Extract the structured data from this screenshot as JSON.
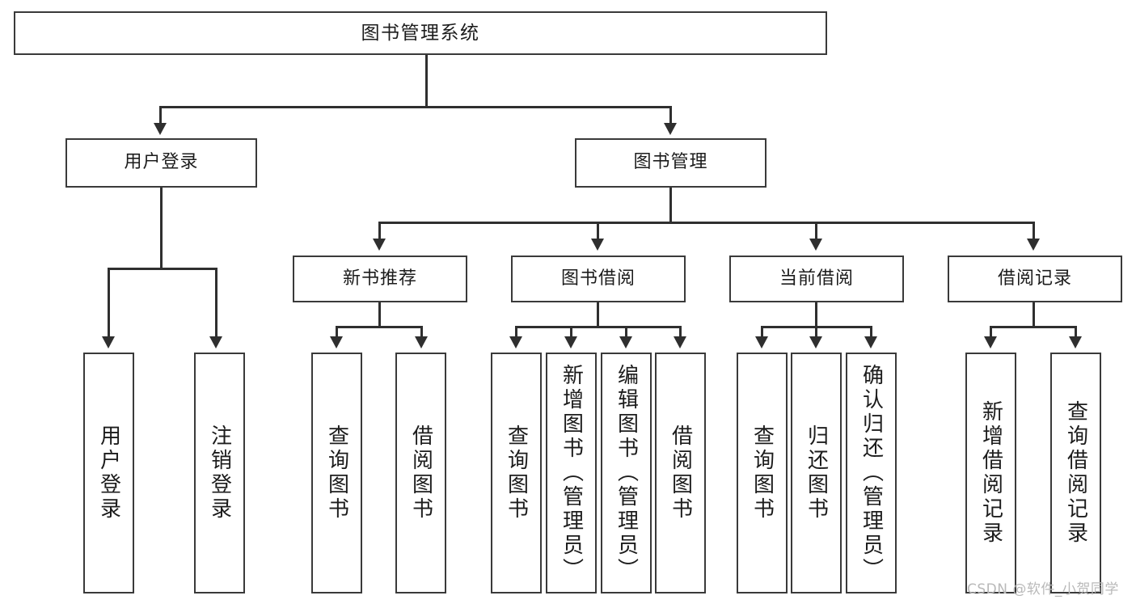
{
  "diagram": {
    "type": "tree-hierarchy-chart",
    "title": "图书管理系统",
    "root": {
      "label": "图书管理系统"
    },
    "level2": [
      {
        "id": "user-login",
        "label": "用户登录"
      },
      {
        "id": "book-management",
        "label": "图书管理"
      }
    ],
    "level3": [
      {
        "id": "new-book-recommend",
        "label": "新书推荐",
        "parent": "book-management"
      },
      {
        "id": "book-borrow",
        "label": "图书借阅",
        "parent": "book-management"
      },
      {
        "id": "current-borrow",
        "label": "当前借阅",
        "parent": "book-management"
      },
      {
        "id": "borrow-record",
        "label": "借阅记录",
        "parent": "book-management"
      }
    ],
    "leaves": {
      "user-login": [
        {
          "id": "leaf-user-login",
          "label": "用户登录"
        },
        {
          "id": "leaf-logout-login",
          "label": "注销登录"
        }
      ],
      "new-book-recommend": [
        {
          "id": "leaf-query-book-1",
          "label": "查询图书"
        },
        {
          "id": "leaf-borrow-book-1",
          "label": "借阅图书"
        }
      ],
      "book-borrow": [
        {
          "id": "leaf-query-book-2",
          "label": "查询图书"
        },
        {
          "id": "leaf-add-book",
          "label": "新增图书（管理员）"
        },
        {
          "id": "leaf-edit-book",
          "label": "编辑图书（管理员）"
        },
        {
          "id": "leaf-borrow-book-2",
          "label": "借阅图书"
        }
      ],
      "current-borrow": [
        {
          "id": "leaf-query-book-3",
          "label": "查询图书"
        },
        {
          "id": "leaf-return-book",
          "label": "归还图书"
        },
        {
          "id": "leaf-confirm-return",
          "label": "确认归还（管理员）"
        }
      ],
      "borrow-record": [
        {
          "id": "leaf-add-record",
          "label": "新增借阅记录"
        },
        {
          "id": "leaf-query-record",
          "label": "查询借阅记录"
        }
      ]
    },
    "colors": {
      "box_border": "#3a3a3a",
      "connector": "#2f2f2f",
      "background": "#ffffff",
      "text": "#1c1c1c",
      "watermark": "#b9b9b9"
    }
  },
  "watermark": {
    "text": "CSDN @软件_小贺同学"
  }
}
